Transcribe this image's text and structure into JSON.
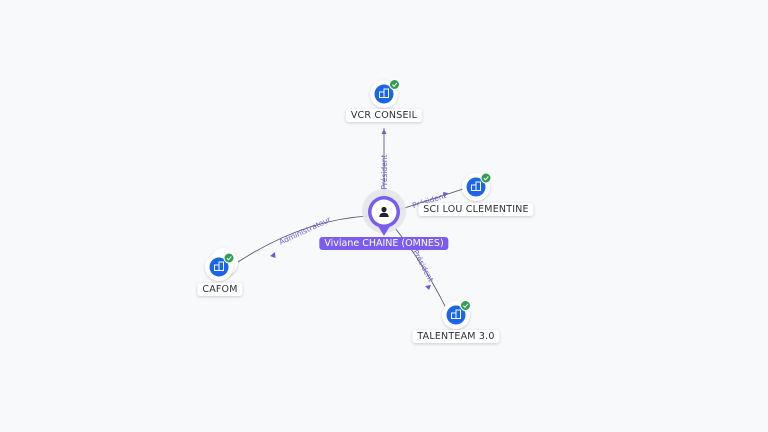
{
  "colors": {
    "accent": "#7b5cf0",
    "company_icon": "#1a66e8",
    "verified": "#2e9e4f",
    "edge": "#4d4f5c",
    "edge_label": "#6d5ad8"
  },
  "person": {
    "name": "Viviane CHAINE (OMNES)",
    "icon": "person-icon"
  },
  "companies": [
    {
      "id": "vcr",
      "name": "VCR CONSEIL",
      "icon": "building-icon",
      "verified": true
    },
    {
      "id": "sci",
      "name": "SCI LOU CLEMENTINE",
      "icon": "building-icon",
      "verified": true
    },
    {
      "id": "cafom",
      "name": "CAFOM",
      "icon": "building-icon",
      "verified": true
    },
    {
      "id": "talent",
      "name": "TALENTEAM 3.0",
      "icon": "building-icon",
      "verified": true
    }
  ],
  "edges": [
    {
      "to": "vcr",
      "label": "Président"
    },
    {
      "to": "sci",
      "label": "Président"
    },
    {
      "to": "cafom",
      "label": "Administrateur"
    },
    {
      "to": "talent",
      "label": "Président"
    }
  ]
}
